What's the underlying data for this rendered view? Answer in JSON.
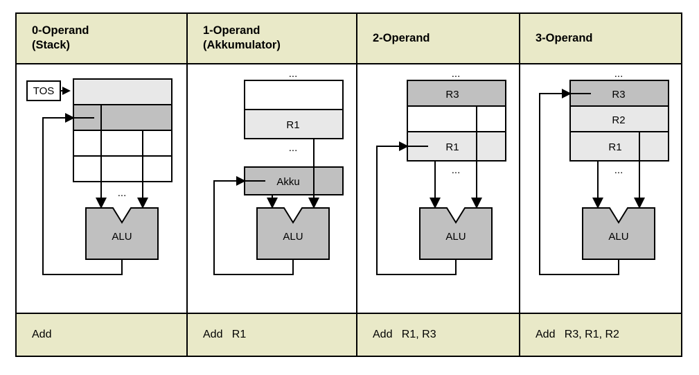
{
  "figure": {
    "title_row": [
      {
        "line1": "0-Operand",
        "line2": "(Stack)"
      },
      {
        "line1": "1-Operand",
        "line2": "(Akkumulator)"
      },
      {
        "line1": "2-Operand",
        "line2": ""
      },
      {
        "line1": "3-Operand",
        "line2": ""
      }
    ],
    "instructions": [
      "Add",
      "Add   R1",
      "Add   R1, R3",
      "Add   R3, R1, R2"
    ],
    "colors": {
      "header_bg": "#e9e9c8",
      "instruction_bg": "#e9e9c8",
      "light_gray": "#e8e8e8",
      "dark_gray": "#c0c0c0",
      "white": "#ffffff",
      "stroke": "#000000"
    },
    "columns": [
      {
        "name": "0-Operand (Stack)",
        "pointer_label": "TOS",
        "alu_label": "ALU",
        "ellipsis": "...",
        "stack_cells": [
          {
            "label": "",
            "fill": "light_gray"
          },
          {
            "label": "",
            "fill": "dark_gray"
          },
          {
            "label": "",
            "fill": "white"
          },
          {
            "label": "",
            "fill": "white"
          }
        ]
      },
      {
        "name": "1-Operand (Akkumulator)",
        "alu_label": "ALU",
        "accumulator_label": "Akku",
        "ellipsis": "...",
        "register_cells": [
          {
            "label": "",
            "fill": "white"
          },
          {
            "label": "R1",
            "fill": "light_gray"
          }
        ]
      },
      {
        "name": "2-Operand",
        "alu_label": "ALU",
        "ellipsis": "...",
        "register_cells": [
          {
            "label": "R3",
            "fill": "dark_gray"
          },
          {
            "label": "",
            "fill": "white"
          },
          {
            "label": "R1",
            "fill": "light_gray"
          }
        ]
      },
      {
        "name": "3-Operand",
        "alu_label": "ALU",
        "ellipsis": "...",
        "register_cells": [
          {
            "label": "R3",
            "fill": "dark_gray"
          },
          {
            "label": "R2",
            "fill": "light_gray"
          },
          {
            "label": "R1",
            "fill": "light_gray"
          }
        ]
      }
    ]
  }
}
